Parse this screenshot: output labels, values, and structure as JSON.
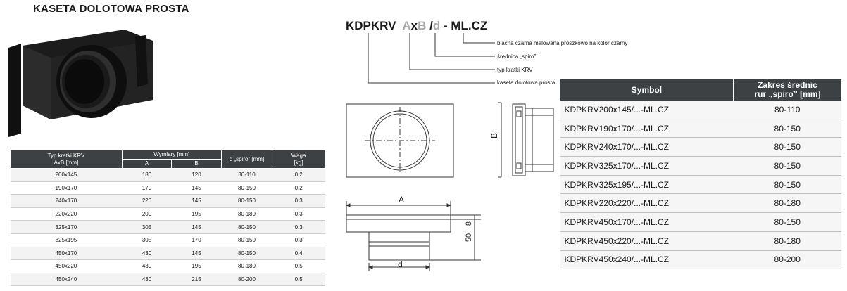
{
  "title": "KASETA DOLOTOWA PROSTA",
  "code": {
    "p1": "KDPKRV",
    "p2": "A",
    "p3": "x",
    "p4": "B",
    "p5": "/",
    "p6": "d",
    "p7": "- ML.CZ"
  },
  "code_labels": [
    "blacha czarna malowana proszkowo na kolor czarny",
    "średnica „spiro”",
    "typ kratki KRV",
    "kaseta dolotowa prosta"
  ],
  "dims": {
    "a": "A",
    "b": "B",
    "b2": "B",
    "d": "d",
    "h8": "8",
    "h50": "50"
  },
  "left_table": {
    "headers": {
      "col1": "Typ kratki KRV",
      "col1b": "AxB [mm]",
      "dims": "Wymiary [mm]",
      "a": "A",
      "b": "B",
      "d": "d „spiro” [mm]",
      "w": "Waga",
      "wb": "[kg]"
    },
    "rows": [
      [
        "200x145",
        "180",
        "120",
        "80-110",
        "0.2"
      ],
      [
        "190x170",
        "170",
        "145",
        "80-150",
        "0.2"
      ],
      [
        "240x170",
        "220",
        "145",
        "80-150",
        "0.3"
      ],
      [
        "220x220",
        "200",
        "195",
        "80-180",
        "0.3"
      ],
      [
        "325x170",
        "305",
        "145",
        "80-150",
        "0.3"
      ],
      [
        "325x195",
        "305",
        "170",
        "80-150",
        "0.3"
      ],
      [
        "450x170",
        "430",
        "145",
        "80-150",
        "0.4"
      ],
      [
        "450x220",
        "430",
        "195",
        "80-180",
        "0.5"
      ],
      [
        "450x240",
        "430",
        "215",
        "80-200",
        "0.5"
      ]
    ]
  },
  "right_table": {
    "headers": {
      "symbol": "Symbol",
      "zakres1": "Zakres średnic",
      "zakres2": "rur „spiro” [mm]"
    },
    "rows": [
      [
        "KDPKRV200x145/...-ML.CZ",
        "80-110"
      ],
      [
        "KDPKRV190x170/...-ML.CZ",
        "80-150"
      ],
      [
        "KDPKRV240x170/...-ML.CZ",
        "80-150"
      ],
      [
        "KDPKRV325x170/...-ML.CZ",
        "80-150"
      ],
      [
        "KDPKRV325x195/...-ML.CZ",
        "80-150"
      ],
      [
        "KDPKRV220x220/...-ML.CZ",
        "80-180"
      ],
      [
        "KDPKRV450x170/...-ML.CZ",
        "80-150"
      ],
      [
        "KDPKRV450x220/...-ML.CZ",
        "80-180"
      ],
      [
        "KDPKRV450x240/...-ML.CZ",
        "80-200"
      ]
    ]
  }
}
